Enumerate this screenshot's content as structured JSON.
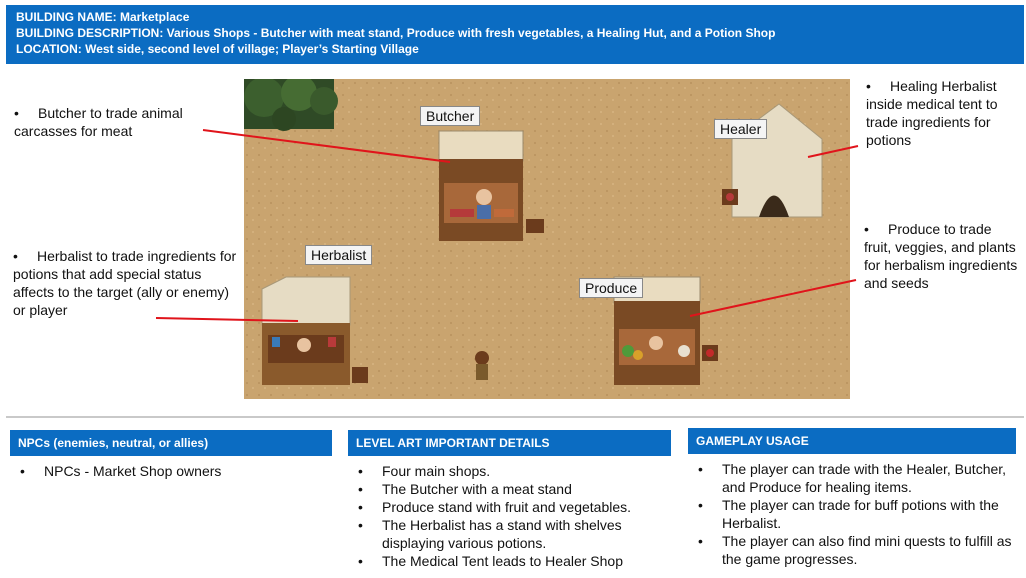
{
  "header": {
    "name": "BUILDING NAME: Marketplace",
    "description": "BUILDING DESCRIPTION: Various Shops - Butcher with meat stand, Produce with fresh vegetables, a Healing Hut, and a Potion Shop",
    "location": "LOCATION: West side, second level of village; Player’s Starting Village"
  },
  "notes": {
    "butcher": "Butcher to trade animal carcasses for meat",
    "herbalist": "Herbalist to trade ingredients for potions that add special status affects to the target (ally or enemy) or player",
    "healer": "Healing Herbalist inside medical tent to trade ingredients for potions",
    "produce": "Produce to trade fruit, veggies, and plants for herbalism ingredients and seeds"
  },
  "map_labels": {
    "butcher": "Butcher",
    "healer": "Healer",
    "herbalist": "Herbalist",
    "produce": "Produce"
  },
  "panels": {
    "npcs": {
      "title": "NPCs (enemies, neutral, or allies)",
      "items": [
        "NPCs - Market Shop owners"
      ]
    },
    "level_art": {
      "title": "LEVEL ART IMPORTANT DETAILS",
      "items": [
        "Four main shops.",
        "The Butcher with a meat stand",
        "Produce stand with fruit and vegetables.",
        "The Herbalist has a stand with shelves displaying various potions.",
        "The Medical Tent leads to Healer Shop"
      ]
    },
    "gameplay": {
      "title": "GAMEPLAY USAGE",
      "items": [
        "The player can trade with the Healer, Butcher, and Produce for healing items.",
        "The player can trade for buff potions with the Herbalist.",
        "The player can also find mini quests to fulfill as the game progresses."
      ]
    }
  },
  "colors": {
    "header_bg": "#0b6cc2",
    "ground": "#c9a46f",
    "arrow": "#e0141b"
  }
}
